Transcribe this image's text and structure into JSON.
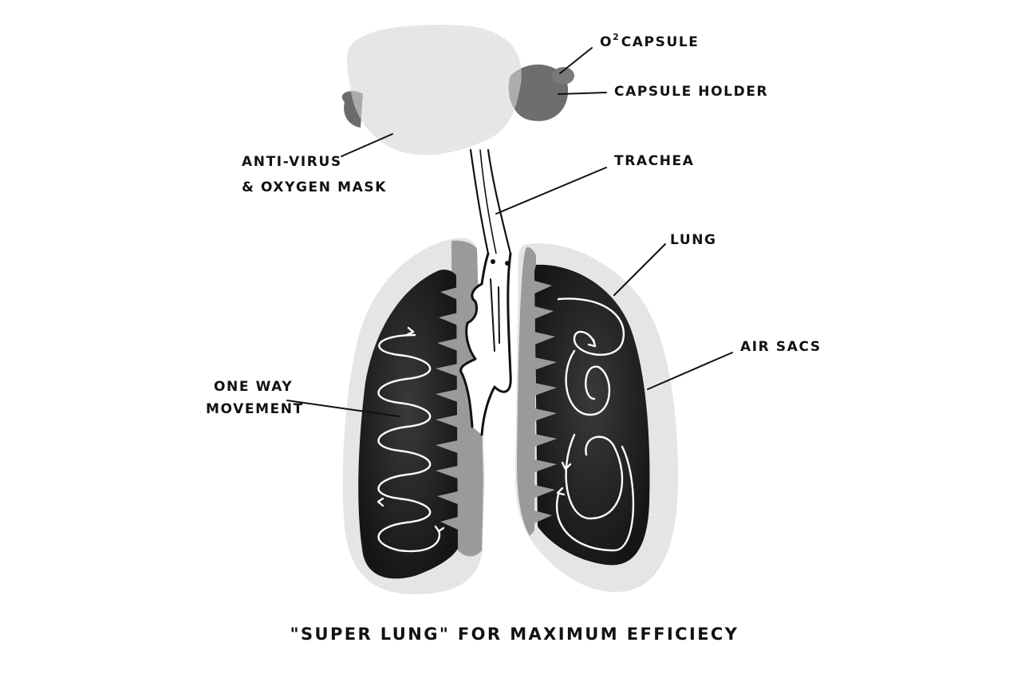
{
  "labels": {
    "o2_capsule_o": "O",
    "o2_capsule_sup": "2",
    "o2_capsule_rest": "CAPSULE",
    "capsule_holder": "CAPSULE HOLDER",
    "mask_line1": "ANTI-VIRUS",
    "mask_line2": "& OXYGEN MASK",
    "trachea": "TRACHEA",
    "lung": "LUNG",
    "air_sacs": "AIR SACS",
    "movement_line1": "ONE WAY",
    "movement_line2": "MOVEMENT"
  },
  "caption": "\"SUPER LUNG\" FOR MAXIMUM EFFICIECY",
  "colors": {
    "mask": "#d9d9d9",
    "holder": "#707070",
    "lung_outer": "#d6d6d6",
    "lung_inner": "#9a9a9a",
    "air_sacs": "#2b2b2b",
    "ink": "#111111"
  }
}
